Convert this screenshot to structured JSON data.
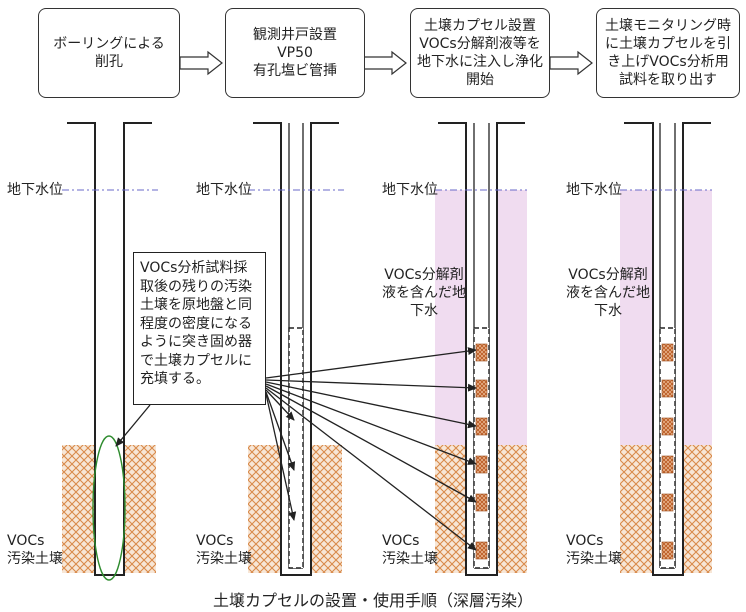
{
  "colors": {
    "line": "#222222",
    "water_level": "#6a6ac8",
    "soil": "#d98a4a",
    "capsule": "#c9692e",
    "groundwater_zone": "#f0dcf0",
    "ellipse": "#2e8b2e"
  },
  "steps": [
    {
      "text": "ボーリングによる\n削孔"
    },
    {
      "text": "観測井戸設置\nVP50\n有孔塩ビ管挿"
    },
    {
      "text": "土壌カプセル設置\nVOCs分解剤液等を\n地下水に注入し浄化\n開始"
    },
    {
      "text": "土壌モニタリング時\nに土壌カプセルを引\nき上げVOCs分析用\n試料を取り出す"
    }
  ],
  "water_level_label": "地下水位",
  "soil_label": "VOCs\n汚染土壌",
  "groundwater_label": "VOCs分解剤\n液を含んだ地\n下水",
  "note_text": "VOCs分析試料採\n取後の残りの汚染\n土壌を原地盤と同\n程度の密度になる\nように突き固め器\nで土壌カプセルに\n充填する。",
  "caption": "土壌カプセルの設置・使用手順（深層汚染）",
  "icons": [
    "right-arrow-icon",
    "pointer-arrow-icon"
  ]
}
